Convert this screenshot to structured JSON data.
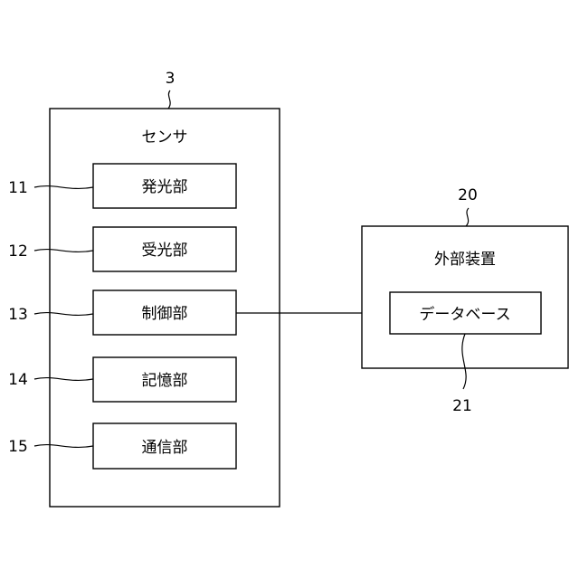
{
  "sensor": {
    "ref": "3",
    "title": "センサ",
    "parts": [
      {
        "ref": "11",
        "label": "発光部"
      },
      {
        "ref": "12",
        "label": "受光部"
      },
      {
        "ref": "13",
        "label": "制御部"
      },
      {
        "ref": "14",
        "label": "記憶部"
      },
      {
        "ref": "15",
        "label": "通信部"
      }
    ]
  },
  "external": {
    "ref": "20",
    "title": "外部装置",
    "database": {
      "ref": "21",
      "label": "データベース"
    }
  },
  "colors": {
    "line": "#000000",
    "background": "#ffffff"
  }
}
